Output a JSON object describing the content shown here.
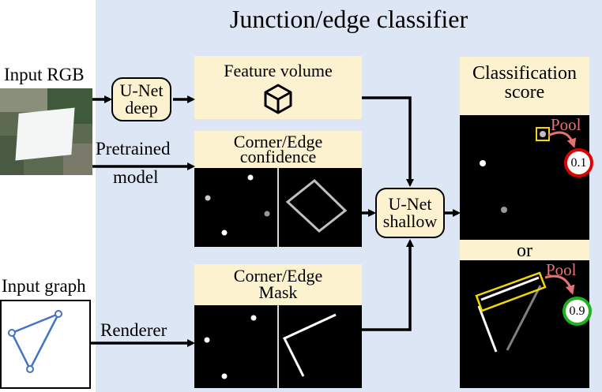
{
  "title": "Junction/edge classifier",
  "input_rgb_label": "Input RGB",
  "input_graph_label": "Input graph",
  "pretrained_line1": "Pretrained",
  "pretrained_line2": "model",
  "renderer_label": "Renderer",
  "unet_deep_line1": "U-Net",
  "unet_deep_line2": "deep",
  "unet_shallow_line1": "U-Net",
  "unet_shallow_line2": "shallow",
  "feature_volume_label": "Feature volume",
  "confidence_line1": "Corner/Edge",
  "confidence_line2": "confidence",
  "mask_line1": "Corner/Edge",
  "mask_line2": "Mask",
  "score_line1": "Classification",
  "score_line2": "score",
  "or_label": "or",
  "pool_label": "Pool",
  "score_low": "0.1",
  "score_high": "0.9",
  "colors": {
    "panel": "#dde6f4",
    "box": "#fdf2d0",
    "graph": "#4472c4",
    "pool": "#e57373",
    "low": "#e00000",
    "high": "#1db31d",
    "highlight": "#f2d700"
  }
}
